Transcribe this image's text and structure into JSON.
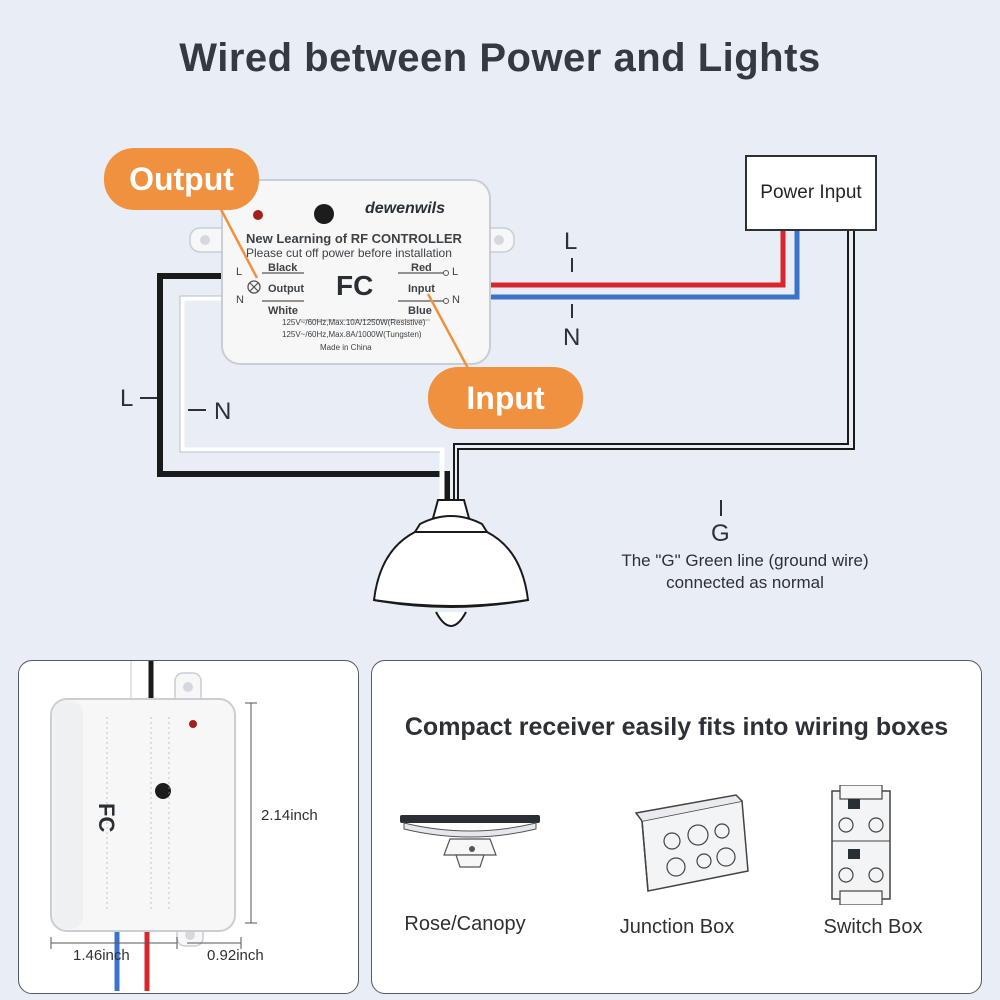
{
  "title": "Wired between Power and Lights",
  "callouts": {
    "output": "Output",
    "input": "Input"
  },
  "power_box": {
    "label": "Power  Input"
  },
  "wire_labels": {
    "L_top": "L",
    "N_top": "N",
    "L_left": "L",
    "N_left": "N",
    "G": "G"
  },
  "ground_note": {
    "line1": "The \"G\" Green line (ground wire)",
    "line2": "connected as normal"
  },
  "device": {
    "brand": "dewenwils",
    "name": "New Learning of RF CONTROLLER",
    "warning": "Please cut off power before installation",
    "left_top": "Black",
    "left_mid": "Output",
    "left_bottom": "White",
    "right_top": "Red",
    "right_mid": "Input",
    "right_bottom": "Blue",
    "L": "L",
    "N": "N",
    "fcc": "FC",
    "spec1": "125V~/60Hz,Max.10A/1250W(Resistive)",
    "spec2": "125V~/60Hz,Max.8A/1000W(Tungsten)",
    "made": "Made in China"
  },
  "panel_left": {
    "height_label": "2.14inch",
    "width_label": "1.46inch",
    "depth_label": "0.92inch"
  },
  "panel_right": {
    "title": "Compact receiver easily fits into wiring boxes",
    "boxes": [
      {
        "label": "Rose/Canopy",
        "icon": "rose-canopy-icon"
      },
      {
        "label": "Junction Box",
        "icon": "junction-box-icon"
      },
      {
        "label": "Switch Box",
        "icon": "switch-box-icon"
      }
    ]
  },
  "colors": {
    "background": "#e9eef6",
    "callout": "#f0913f",
    "live_red": "#d8262d",
    "neutral_blue": "#3b73c9",
    "wire_black": "#1a1a1a"
  }
}
